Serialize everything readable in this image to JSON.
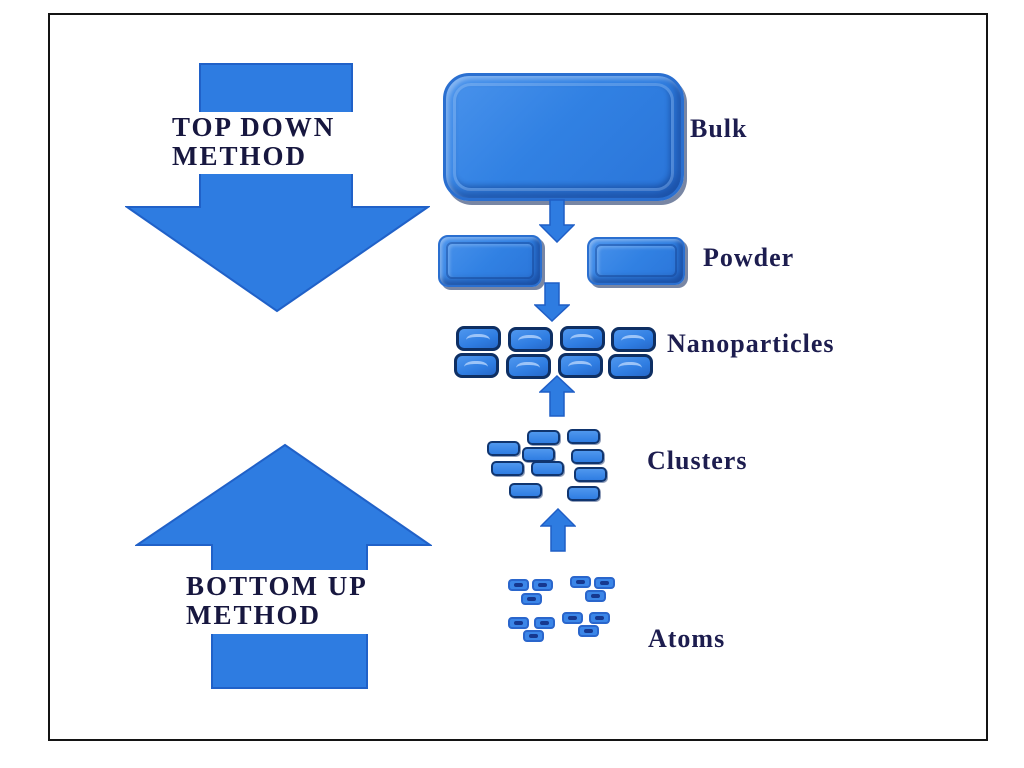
{
  "figure": {
    "type": "process-diagram",
    "methods": {
      "top_down": {
        "line1": "TOP DOWN",
        "line2": "METHOD",
        "direction": "down"
      },
      "bottom_up": {
        "line1": "BOTTOM UP",
        "line2": "METHOD",
        "direction": "up"
      }
    },
    "stages": [
      {
        "label": "Bulk"
      },
      {
        "label": "Powder"
      },
      {
        "label": "Nanoparticles"
      },
      {
        "label": "Clusters"
      },
      {
        "label": "Atoms"
      }
    ],
    "colors": {
      "shape_blue": "#2e7ce1",
      "shape_border_blue": "#2061c8",
      "dark_navy_border": "#0e2f63",
      "label_ink": "#1d1d4f",
      "method_ink": "#17173f",
      "frame_border": "#141414",
      "background": "#ffffff"
    }
  }
}
